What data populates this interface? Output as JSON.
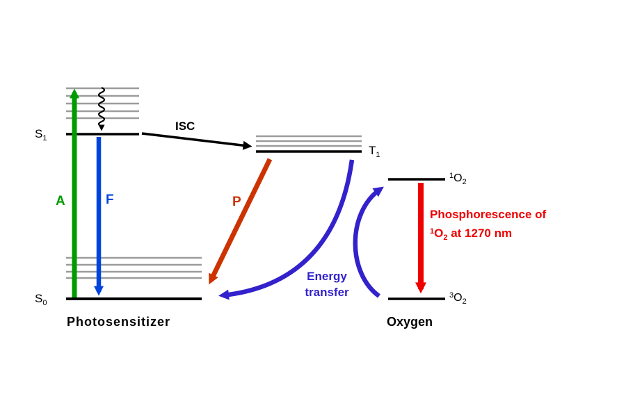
{
  "levels": {
    "s1": {
      "main": "S",
      "sub": "1"
    },
    "s0": {
      "main": "S",
      "sub": "0"
    },
    "t1": {
      "main": "T",
      "sub": "1"
    },
    "singlet_o2": {
      "sup": "1",
      "main": "O",
      "sub": "2"
    },
    "triplet_o2": {
      "sup": "3",
      "main": "O",
      "sub": "2"
    }
  },
  "transitions": {
    "absorption_label": "A",
    "fluorescence_label": "F",
    "intersystem_crossing_label": "ISC",
    "phosphorescence_label": "P",
    "energy_transfer": {
      "line1": "Energy",
      "line2": "transfer"
    },
    "o2_phosphorescence": {
      "line1": "Phosphorescence of",
      "sup": "1",
      "o": "O",
      "sub": "2",
      "rest": " at 1270 nm"
    }
  },
  "molecules": {
    "photosensitizer": "Photosensitizer",
    "oxygen": "Oxygen"
  },
  "colors": {
    "absorption_green": "#009B00",
    "fluorescence_blue": "#0044DD",
    "energy_transfer_blue": "#3322CC",
    "phosphorescence_red": "#CC3300",
    "singlet_o2_emission_red": "#EE0000",
    "level_line_black": "#000000",
    "vibrational_line_gray": "#9C9C9C"
  }
}
